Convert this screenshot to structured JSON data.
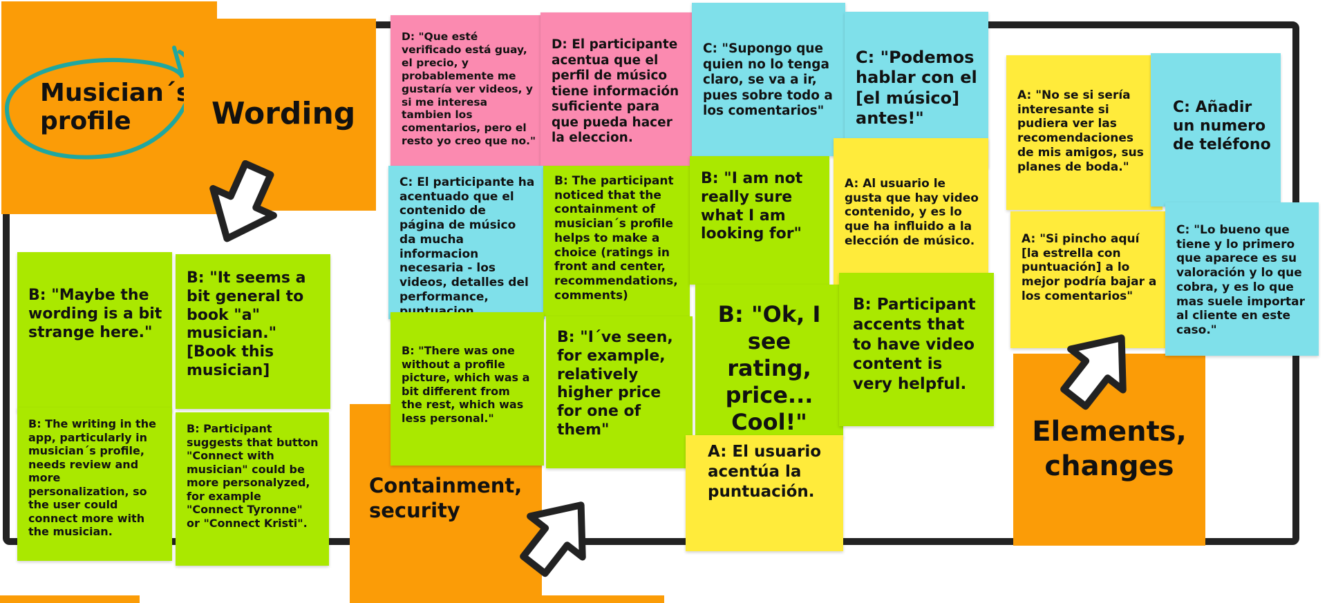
{
  "board": {
    "colors": {
      "orange": "#fb9c07",
      "green": "#aae800",
      "yellow": "#ffeb3b",
      "pink": "#fb8ab0",
      "blue": "#7fe0ea",
      "frame": "#222222",
      "circle": "#1fa7a0"
    }
  },
  "headers": {
    "musician_profile": "Musician´s profile",
    "wording": "Wording",
    "containment": "Containment, security",
    "elements": "Elements, changes"
  },
  "notes": {
    "wording_strange": "B: \"Maybe the wording is a bit strange here.\"",
    "seems_general": "B: \"It seems a bit general to book \"a\" musician.\" [Book this musician]",
    "writing_app": "B: The writing in the app, particularly in musician´s profile, needs review and more personalization, so the user could connect more with the musician.",
    "suggests_button": "B: Participant suggests that button \"Connect with musician\" could be more personalyzed, for example \"Connect Tyronne\" or \"Connect Kristi\".",
    "d_verificado": "D: \"Que esté verificado está guay, el precio, y probablemente me gustaría ver videos, y si me interesa tambien los comentarios, pero el resto yo creo que no.\"",
    "d_acentua": "D: El participante acentua que el perfil de músico tiene información suficiente para que pueda hacer la eleccion.",
    "c_supongo": "C: \"Supongo que quien no lo tenga claro, se va a ir, pues sobre todo a los comentarios\"",
    "c_podemos": "C: \"Podemos hablar con el [el músico] antes!\"",
    "c_acentuado": "C: El participante ha acentuado que el contenido de página de músico da mucha informacion necesaria - los videos, detalles del performance, puntuacion.",
    "b_noticed": "B: The participant noticed that the containment of musician´s profile helps to make a choice (ratings in front and center, recommendations, comments)",
    "b_not_sure": "B: \"I am not really sure what I am looking for\"",
    "a_video": "A: Al usuario le gusta que hay video contenido, y es lo que ha influido a la elección de músico.",
    "b_no_picture": "B: \"There was one without a profile picture, which was a bit different from the rest, which was less personal.\"",
    "b_seen": "B: \"I´ve seen, for example, relatively higher price for one of them\"",
    "b_ok": "B: \"Ok, I see rating, price... Cool!\"",
    "b_accents": "B: Participant accents that to have video content is very helpful.",
    "a_acentua": "A: El usuario acentúa la puntuación.",
    "a_no_se": "A: \"No se si sería interesante si pudiera ver las recomendaciones de mis amigos, sus planes de boda.\"",
    "c_telefono": "C: Añadir un numero de teléfono",
    "a_pincho": "A: \"Si pincho aquí [la estrella con puntuación] a lo mejor podría bajar a los comentarios\"",
    "c_lo_bueno": "C: \"Lo bueno que tiene  y lo primero que aparece es su valoración y lo que cobra, y es lo que mas suele importar al cliente en este caso.\""
  }
}
